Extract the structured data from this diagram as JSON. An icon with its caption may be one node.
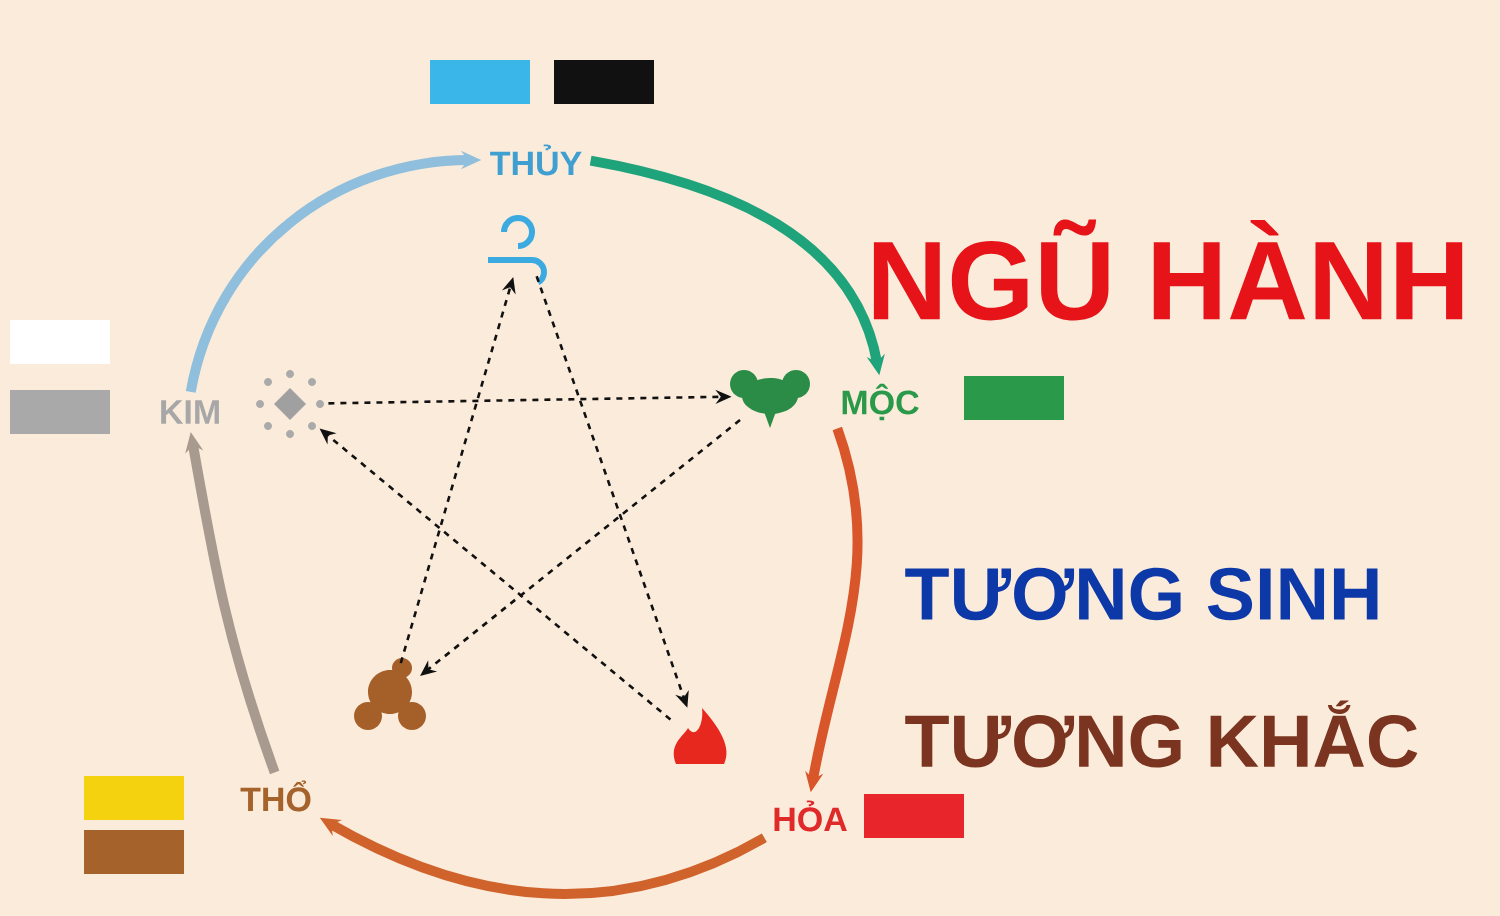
{
  "diagram": {
    "title": "NGŨ HÀNH",
    "nodes": [
      {
        "text": [
          "THỦY"
        ]
      },
      {
        "text": [],
        "shape": "picture"
      },
      {
        "text": [
          "KIM"
        ]
      },
      {
        "text": [],
        "shape": "picture"
      },
      {
        "text": [],
        "shape": "picture"
      },
      {
        "text": [
          "MỘC"
        ]
      },
      {
        "text": [],
        "shape": "picture"
      },
      {
        "text": [],
        "shape": "picture"
      },
      {
        "text": [
          "THỔ"
        ]
      },
      {
        "text": [
          "HỎA"
        ]
      }
    ],
    "edges": [
      {
        "from": 0,
        "to": 5,
        "arrow": "to",
        "style": "thick",
        "color": "#1fa37a"
      },
      {
        "from": 5,
        "to": 9,
        "arrow": "to",
        "style": "thick",
        "color": "#d9562a"
      },
      {
        "from": 9,
        "to": 8,
        "arrow": "to",
        "style": "thick",
        "color": "#d0632c"
      },
      {
        "from": 8,
        "to": 2,
        "arrow": "to",
        "style": "thick",
        "color": "#a89a8e"
      },
      {
        "from": 2,
        "to": 0,
        "arrow": "to",
        "style": "thick",
        "color": "#8fbfdc"
      },
      {
        "from": 1,
        "to": 7,
        "arrow": "to",
        "style": "dashed"
      },
      {
        "from": 7,
        "to": 3,
        "arrow": "to",
        "style": "dashed"
      },
      {
        "from": 3,
        "to": 4,
        "arrow": "to",
        "style": "dashed"
      },
      {
        "from": 4,
        "to": 6,
        "arrow": "to",
        "style": "dashed"
      },
      {
        "from": 6,
        "to": 1,
        "arrow": "to",
        "style": "dashed"
      }
    ],
    "labels": [
      "TƯƠNG SINH",
      "TƯƠNG KHẮC"
    ]
  }
}
